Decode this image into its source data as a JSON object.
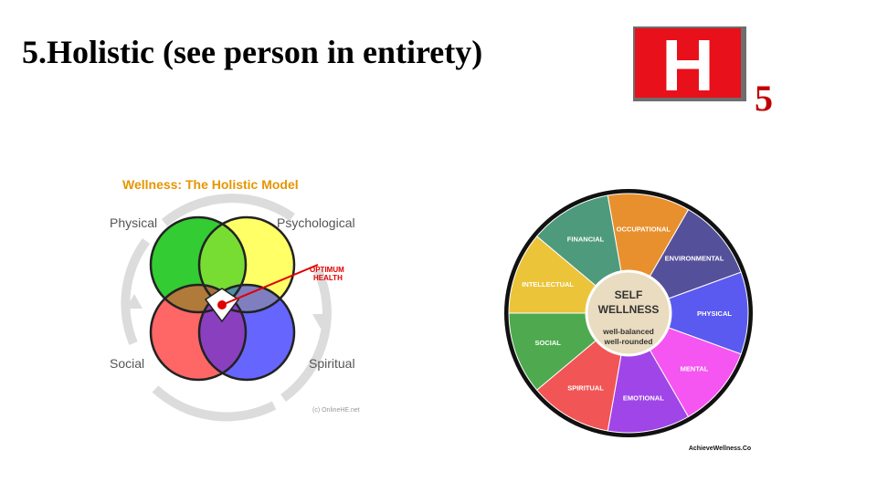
{
  "slide": {
    "title": "5.Holistic (see person in entirety)",
    "slide_number": "5",
    "logo_letter": "H"
  },
  "venn": {
    "title": "Wellness: The Holistic Model",
    "labels": {
      "physical": "Physical",
      "psychological": "Psychological",
      "social": "Social",
      "spiritual": "Spiritual"
    },
    "optimum_line1": "OPTIMUM",
    "optimum_line2": "HEALTH",
    "credit": "(c) OnlineHE.net",
    "colors": {
      "physical": "#33cc33",
      "psychological": "#ffff66",
      "social": "#ff6666",
      "spiritual": "#6666ff",
      "title": "#e69500",
      "label_gray": "#555555",
      "accent_red": "#e00000"
    }
  },
  "wheel": {
    "center_line1": "SELF",
    "center_line2": "WELLNESS",
    "center_sub1": "well-balanced",
    "center_sub2": "well-rounded",
    "credit": "AchieveWellness.Co",
    "segments": [
      {
        "label": "ENVIRONMENTAL",
        "color": "#55509a"
      },
      {
        "label": "PHYSICAL",
        "color": "#5a5af0"
      },
      {
        "label": "MENTAL",
        "color": "#f555f0"
      },
      {
        "label": "EMOTIONAL",
        "color": "#a045e8"
      },
      {
        "label": "SPIRITUAL",
        "color": "#f25555"
      },
      {
        "label": "SOCIAL",
        "color": "#4faa4f"
      },
      {
        "label": "INTELLECTUAL",
        "color": "#ecc43a"
      },
      {
        "label": "FINANCIAL",
        "color": "#4e9a7c"
      },
      {
        "label": "OCCUPATIONAL",
        "color": "#e8902e"
      }
    ]
  }
}
